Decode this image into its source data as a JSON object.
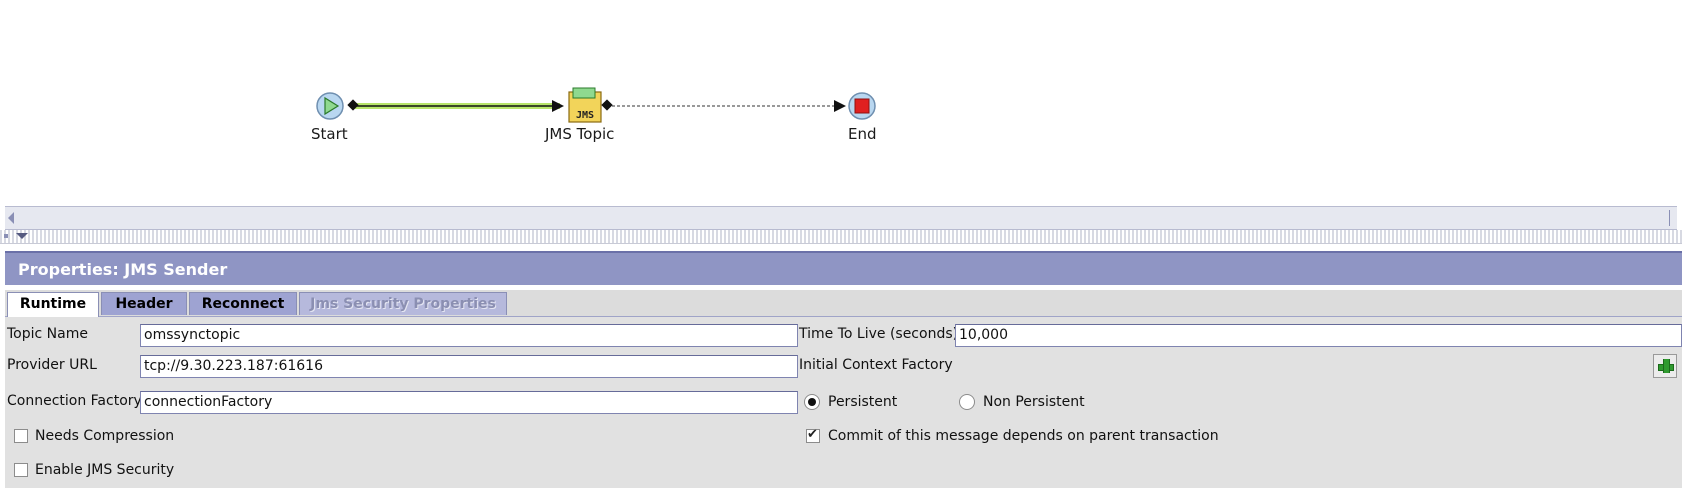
{
  "workflow": {
    "nodes": [
      {
        "label": "Start",
        "icon": "start-icon"
      },
      {
        "label": "JMS Topic",
        "icon": "jms-topic-icon"
      },
      {
        "label": "End",
        "icon": "stop-icon"
      }
    ],
    "colors": {
      "active_link": "#b7e56a",
      "start_node": "#8fd98f",
      "end_node": "#e02020"
    }
  },
  "properties": {
    "title": "Properties: JMS Sender",
    "tabs": [
      {
        "label": "Runtime",
        "state": "active"
      },
      {
        "label": "Header",
        "state": "inactive"
      },
      {
        "label": "Reconnect",
        "state": "inactive"
      },
      {
        "label": "Jms Security Properties",
        "state": "disabled"
      }
    ],
    "fields": {
      "topic_name": {
        "label": "Topic Name",
        "value": "omssynctopic"
      },
      "provider_url": {
        "label": "Provider URL",
        "value": "tcp://9.30.223.187:61616"
      },
      "connection_factory": {
        "label": "Connection Factory",
        "value": "connectionFactory"
      },
      "time_to_live": {
        "label": "Time To Live (seconds)",
        "value": "10,000"
      },
      "initial_context_factory": {
        "label": "Initial Context Factory"
      }
    },
    "delivery_mode": {
      "options": [
        {
          "label": "Persistent",
          "selected": true
        },
        {
          "label": "Non Persistent",
          "selected": false
        }
      ]
    },
    "checkboxes": {
      "needs_compression": {
        "label": "Needs Compression",
        "checked": false
      },
      "enable_jms_security": {
        "label": "Enable JMS Security",
        "checked": false
      },
      "commit_parent": {
        "label": "Commit of this message depends on parent transaction",
        "checked": true
      }
    },
    "colors": {
      "header_bg": "#8f95c4",
      "tab_inactive": "#9ea3d2",
      "panel_bg": "#e1e1e1"
    }
  }
}
